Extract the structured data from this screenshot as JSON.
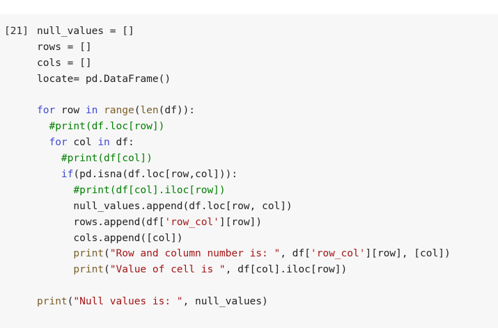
{
  "cell": {
    "execution_count": "[21]",
    "lines": [
      [
        {
          "t": "id",
          "v": "null_values = []"
        }
      ],
      [
        {
          "t": "id",
          "v": "rows = []"
        }
      ],
      [
        {
          "t": "id",
          "v": "cols = []"
        }
      ],
      [
        {
          "t": "id",
          "v": "locate= pd.DataFrame()"
        }
      ],
      [],
      [
        {
          "t": "kw",
          "v": "for"
        },
        {
          "t": "id",
          "v": " row "
        },
        {
          "t": "kw",
          "v": "in"
        },
        {
          "t": "id",
          "v": " "
        },
        {
          "t": "bi",
          "v": "range"
        },
        {
          "t": "id",
          "v": "("
        },
        {
          "t": "bi",
          "v": "len"
        },
        {
          "t": "id",
          "v": "(df)):"
        }
      ],
      [
        {
          "t": "id",
          "v": "  "
        },
        {
          "t": "cm",
          "v": "#print(df.loc[row])"
        }
      ],
      [
        {
          "t": "id",
          "v": "  "
        },
        {
          "t": "kw",
          "v": "for"
        },
        {
          "t": "id",
          "v": " col "
        },
        {
          "t": "kw",
          "v": "in"
        },
        {
          "t": "id",
          "v": " df:"
        }
      ],
      [
        {
          "t": "id",
          "v": "    "
        },
        {
          "t": "cm",
          "v": "#print(df[col])"
        }
      ],
      [
        {
          "t": "id",
          "v": "    "
        },
        {
          "t": "kw",
          "v": "if"
        },
        {
          "t": "id",
          "v": "(pd.isna(df.loc[row,col])):"
        }
      ],
      [
        {
          "t": "id",
          "v": "      "
        },
        {
          "t": "cm",
          "v": "#print(df[col].iloc[row])"
        }
      ],
      [
        {
          "t": "id",
          "v": "      null_values.append(df.loc[row, col])"
        }
      ],
      [
        {
          "t": "id",
          "v": "      rows.append(df["
        },
        {
          "t": "str",
          "v": "'row_col'"
        },
        {
          "t": "id",
          "v": "][row])"
        }
      ],
      [
        {
          "t": "id",
          "v": "      cols.append([col])"
        }
      ],
      [
        {
          "t": "id",
          "v": "      "
        },
        {
          "t": "bi",
          "v": "print"
        },
        {
          "t": "id",
          "v": "("
        },
        {
          "t": "str",
          "v": "\"Row and column number is: \""
        },
        {
          "t": "id",
          "v": ", df["
        },
        {
          "t": "str",
          "v": "'row_col'"
        },
        {
          "t": "id",
          "v": "][row], [col])"
        }
      ],
      [
        {
          "t": "id",
          "v": "      "
        },
        {
          "t": "bi",
          "v": "print"
        },
        {
          "t": "id",
          "v": "("
        },
        {
          "t": "str",
          "v": "\"Value of cell is \""
        },
        {
          "t": "id",
          "v": ", df[col].iloc[row])"
        }
      ],
      [],
      [
        {
          "t": "bi",
          "v": "print"
        },
        {
          "t": "id",
          "v": "("
        },
        {
          "t": "str",
          "v": "\"Null values is: \""
        },
        {
          "t": "id",
          "v": ", null_values)"
        }
      ]
    ]
  }
}
